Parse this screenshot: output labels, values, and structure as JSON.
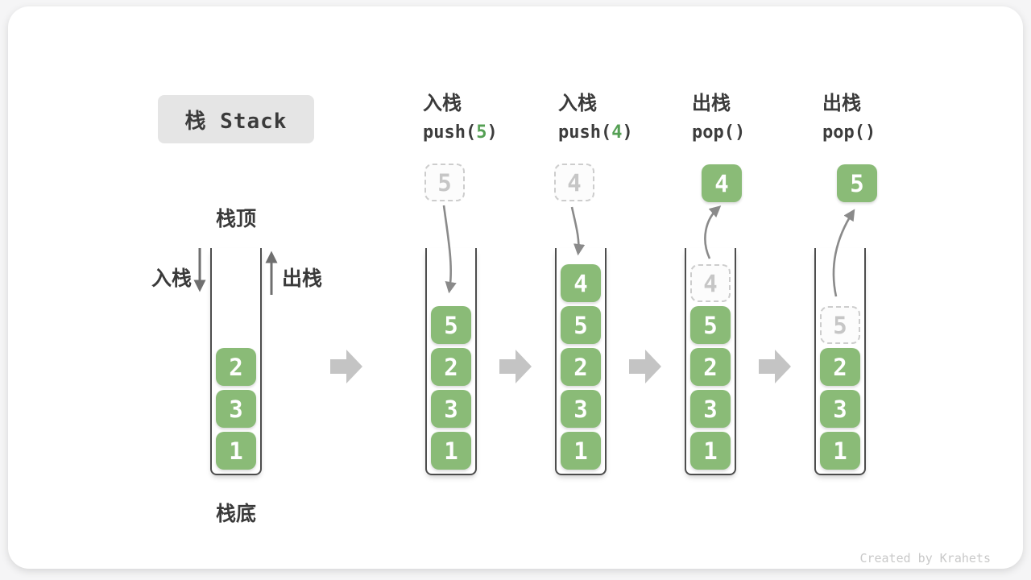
{
  "title_badge": "栈 Stack",
  "watermark": "Created by Krahets",
  "legend": {
    "stack_top": "栈顶",
    "stack_bottom": "栈底",
    "push_label": "入栈",
    "pop_label": "出栈"
  },
  "operations": [
    {
      "label": "入栈",
      "code_prefix": "push(",
      "code_arg": "5",
      "code_suffix": ")"
    },
    {
      "label": "入栈",
      "code_prefix": "push(",
      "code_arg": "4",
      "code_suffix": ")"
    },
    {
      "label": "出栈",
      "code_prefix": "pop(",
      "code_arg": "",
      "code_suffix": ")"
    },
    {
      "label": "出栈",
      "code_prefix": "pop(",
      "code_arg": "",
      "code_suffix": ")"
    }
  ],
  "stacks": [
    {
      "items": [
        "2",
        "3",
        "1"
      ]
    },
    {
      "incoming_value": "5",
      "items": [
        "5",
        "2",
        "3",
        "1"
      ]
    },
    {
      "incoming_value": "4",
      "items": [
        "4",
        "5",
        "2",
        "3",
        "1"
      ]
    },
    {
      "outgoing_value": "4",
      "ghost_value": "4",
      "items": [
        "5",
        "2",
        "3",
        "1"
      ]
    },
    {
      "outgoing_value": "5",
      "ghost_value": "5",
      "items": [
        "2",
        "3",
        "1"
      ]
    }
  ],
  "colors": {
    "item_green": "#8abb77",
    "code_arg_green": "#55a054",
    "flow_arrow_gray": "#c4c4c4",
    "motion_arrow_gray": "#8a8a8a",
    "badge_background": "#e5e5e5"
  }
}
